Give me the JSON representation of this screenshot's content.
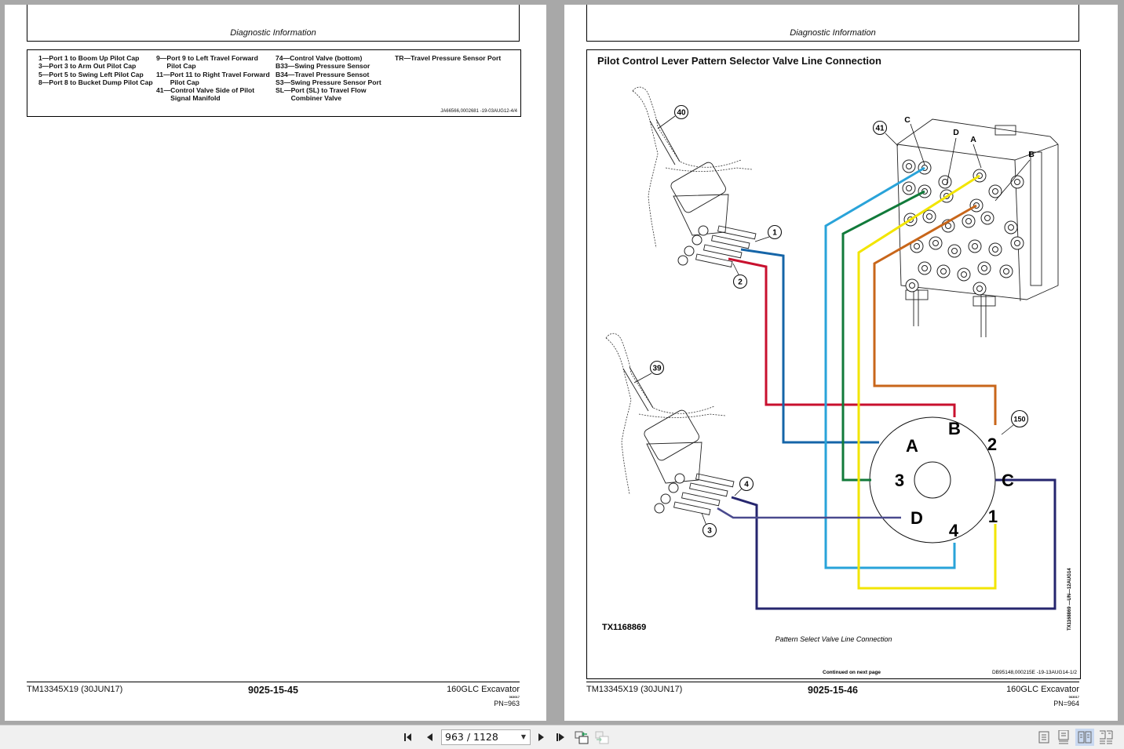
{
  "viewer": {
    "page_input": "963 / 1128",
    "toolbar": {
      "first_page": "first-page",
      "prev_page": "previous-page",
      "next_page": "next-page",
      "last_page": "last-page",
      "rotate_left": "sync-view",
      "rotate_right": "compare-view",
      "view_modes": [
        "single-page",
        "continuous",
        "two-page",
        "two-page-continuous"
      ],
      "active_view": "two-page"
    }
  },
  "left_page": {
    "header": "Diagnostic Information",
    "legend": {
      "col1": [
        {
          "k": "1—",
          "v": "Port 1 to Boom Up Pilot Cap"
        },
        {
          "k": "3—",
          "v": "Port 3 to Arm Out Pilot Cap"
        },
        {
          "k": "5—",
          "v": "Port 5 to Swing Left Pilot Cap"
        },
        {
          "k": "8—",
          "v": "Port 8 to Bucket Dump Pilot Cap"
        }
      ],
      "col2": [
        {
          "k": "9—",
          "v": "Port 9 to Left Travel Forward Pilot Cap"
        },
        {
          "k": "11—",
          "v": "Port 11 to Right Travel Forward Pilot Cap"
        },
        {
          "k": "41—",
          "v": "Control Valve Side of Pilot Signal Manifold"
        }
      ],
      "col3": [
        {
          "k": "74—",
          "v": "Control Valve (bottom)"
        },
        {
          "k": "B33—",
          "v": "Swing Pressure Sensor"
        },
        {
          "k": "B34—",
          "v": "Travel Pressure Sensot"
        },
        {
          "k": "S3—",
          "v": "Swing Pressure Sensor Port"
        },
        {
          "k": "SL—",
          "v": "Port (SL) to Travel Flow Combiner Valve"
        }
      ],
      "col4": [
        {
          "k": "TR—",
          "v": "Travel Pressure Sensor Port"
        }
      ],
      "ref": "JA66566,0002681 -19-03AUG12-4/4"
    },
    "footer": {
      "manual": "TM13345X19 (30JUN17)",
      "page_code": "9025-15-45",
      "model": "160GLC Excavator",
      "tiny": "063017",
      "pn": "PN=963"
    }
  },
  "right_page": {
    "header": "Diagnostic Information",
    "figure": {
      "title": "Pilot Control Lever Pattern Selector Valve Line Connection",
      "id": "TX1168869",
      "caption": "Pattern Select Valve Line Connection",
      "continued": "Continued on next page",
      "ref": "DB95148,000215E -19-13AUG14-1/2",
      "vertical_ref": "TX1168869 —UN—12AUG14",
      "callouts": [
        "40",
        "41",
        "1",
        "2",
        "39",
        "4",
        "3",
        "150"
      ],
      "manifold_ports": [
        "C",
        "D",
        "A",
        "B"
      ],
      "connector_pins": [
        "B",
        "A",
        "2",
        "3",
        "C",
        "D",
        "1",
        "4"
      ],
      "line_colors": {
        "red": "#c8102e",
        "blue": "#1565a8",
        "light_blue": "#29a3d9",
        "green": "#117a3a",
        "yellow": "#f2e500",
        "orange": "#c8661a",
        "navy": "#26266e",
        "lavender": "#4a4a8e"
      }
    },
    "footer": {
      "manual": "TM13345X19 (30JUN17)",
      "page_code": "9025-15-46",
      "model": "160GLC Excavator",
      "tiny": "063017",
      "pn": "PN=964"
    }
  }
}
